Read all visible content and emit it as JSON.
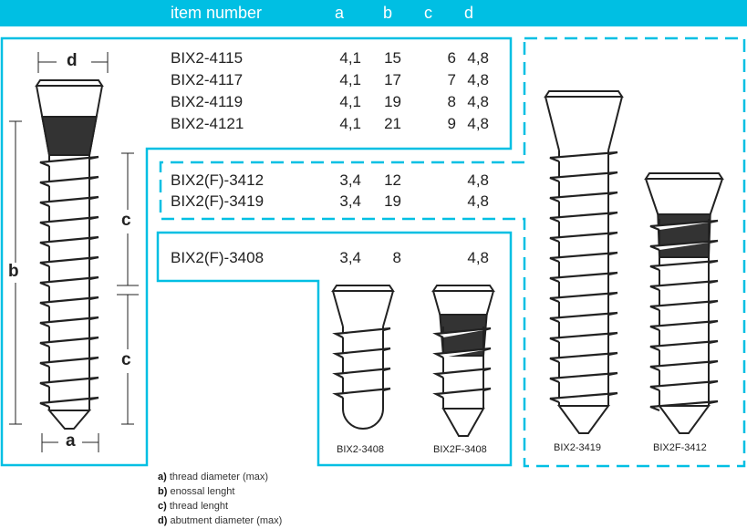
{
  "header": {
    "item_number": "item number",
    "col_a": "a",
    "col_b": "b",
    "col_c": "c",
    "col_d": "d"
  },
  "colors": {
    "accent": "#00bfe3",
    "ink": "#222222",
    "band": "#333333"
  },
  "tables": {
    "group1": [
      {
        "item": "BIX2-4115",
        "a": "4,1",
        "b": "15",
        "c": "6",
        "d": "4,8"
      },
      {
        "item": "BIX2-4117",
        "a": "4,1",
        "b": "17",
        "c": "7",
        "d": "4,8"
      },
      {
        "item": "BIX2-4119",
        "a": "4,1",
        "b": "19",
        "c": "8",
        "d": "4,8"
      },
      {
        "item": "BIX2-4121",
        "a": "4,1",
        "b": "21",
        "c": "9",
        "d": "4,8"
      }
    ],
    "group2": [
      {
        "item": "BIX2(F)-3412",
        "a": "3,4",
        "b": "12",
        "d": "4,8"
      },
      {
        "item": "BIX2(F)-3419",
        "a": "3,4",
        "b": "19",
        "d": "4,8"
      }
    ],
    "group3": [
      {
        "item": "BIX2(F)-3408",
        "a": "3,4",
        "b": "8",
        "d": "4,8"
      }
    ]
  },
  "dimension_labels": {
    "a": "a",
    "b": "b",
    "c": "c",
    "d": "d"
  },
  "captions": {
    "s1": "BIX2-3408",
    "s2": "BIX2F-3408",
    "s3": "BIX2-3419",
    "s4": "BIX2F-3412"
  },
  "legend": [
    {
      "key": "a)",
      "text": "thread diameter (max)"
    },
    {
      "key": "b)",
      "text": "enossal lenght"
    },
    {
      "key": "c)",
      "text": "thread lenght"
    },
    {
      "key": "d)",
      "text": "abutment diameter (max)"
    }
  ]
}
